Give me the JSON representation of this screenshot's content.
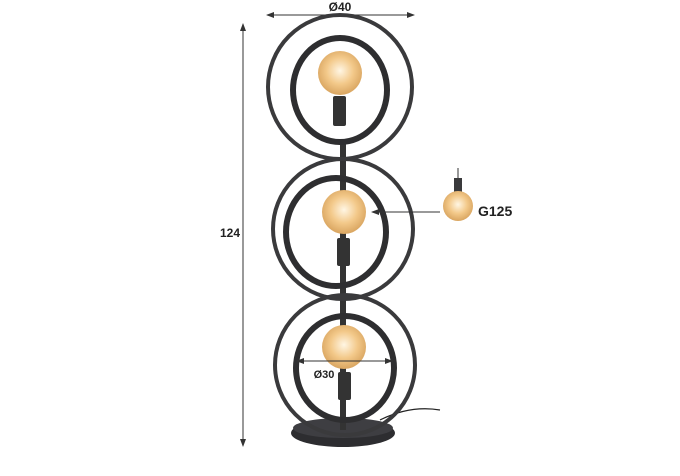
{
  "dimensions": {
    "width_label": "Ø40",
    "height_label": "124",
    "inner_ring_label": "Ø30",
    "bulb_label": "G125"
  },
  "colors": {
    "frame": "#3a3a3c",
    "bulb_glow": "#f3c98a",
    "dimension_line": "#333333"
  }
}
